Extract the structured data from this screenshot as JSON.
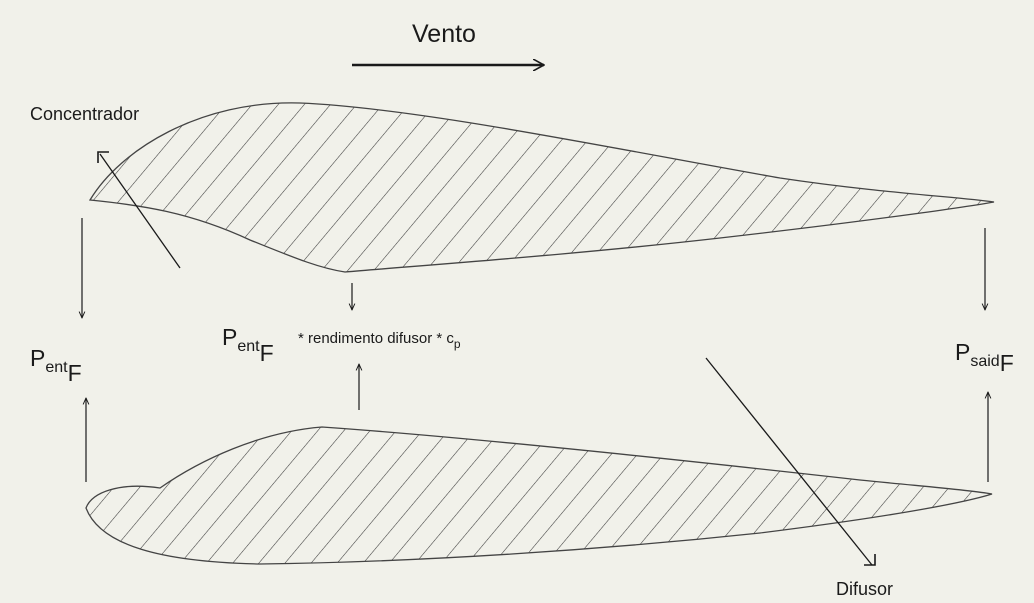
{
  "diagram": {
    "wind_label": "Vento",
    "concentrator_label": "Concentrador",
    "diffuser_label": "Difusor",
    "left_pressure": {
      "main": "P",
      "sub1": "ent",
      "sub2": "F"
    },
    "middle_pressure": {
      "main": "P",
      "sub1": "ent",
      "sub2": "F"
    },
    "right_pressure": {
      "main": "P",
      "sub1": "said",
      "sub2": "F"
    },
    "formula": {
      "prefix": "* rendimento difusor * c",
      "sub": "p"
    }
  }
}
